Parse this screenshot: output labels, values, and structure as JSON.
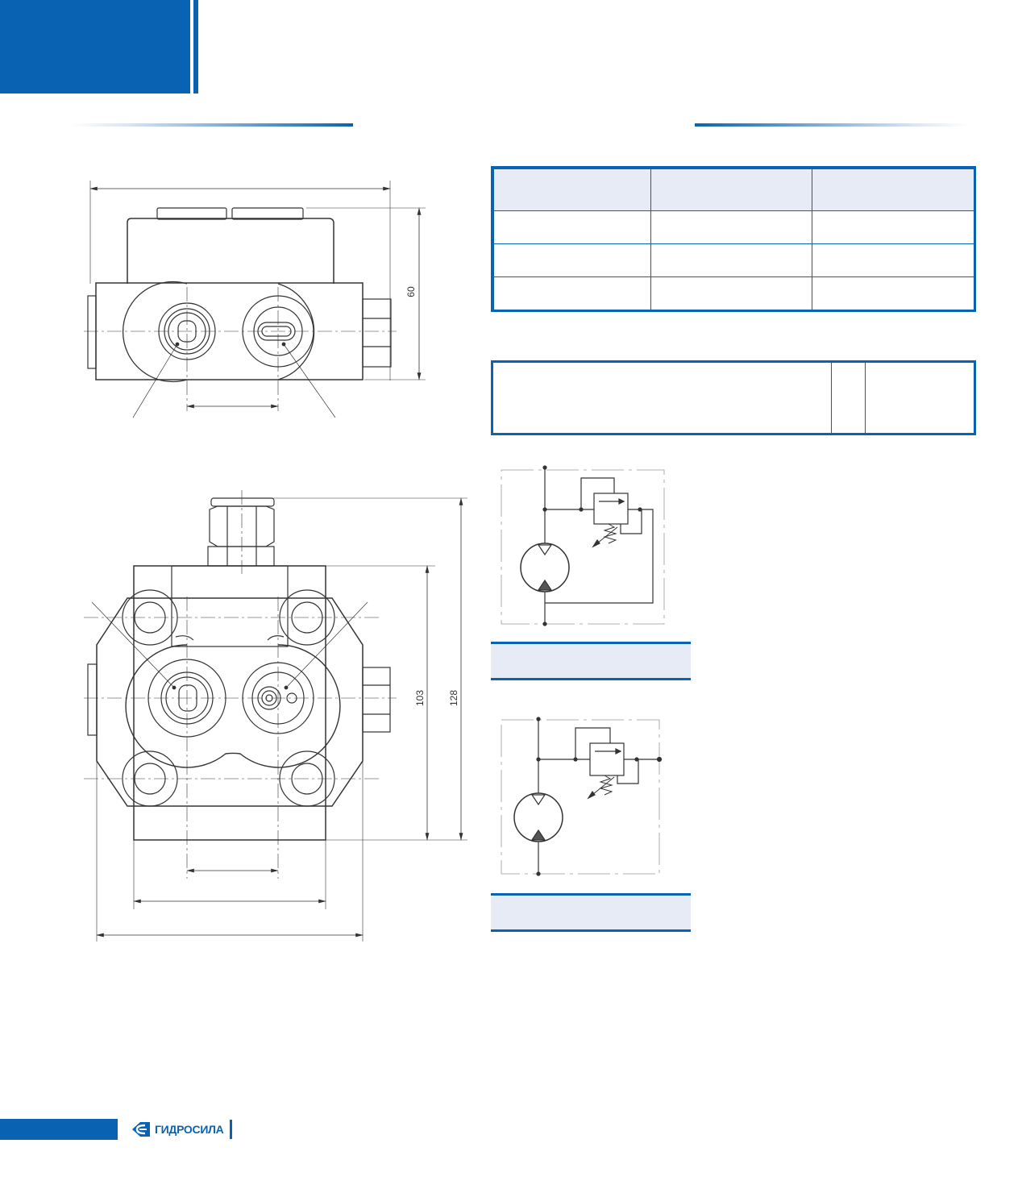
{
  "dimensions": {
    "height_top": "60",
    "height_inner": "103",
    "height_overall": "128"
  },
  "brand": {
    "name": "ГИДРОСИЛА"
  },
  "colors": {
    "accent": "#0a63b2",
    "table_header": "#e6ebf6"
  },
  "spec_table": {
    "headers": [
      "",
      "",
      ""
    ],
    "rows": [
      [
        "",
        "",
        ""
      ],
      [
        "",
        "",
        ""
      ],
      [
        "",
        "",
        ""
      ]
    ]
  }
}
